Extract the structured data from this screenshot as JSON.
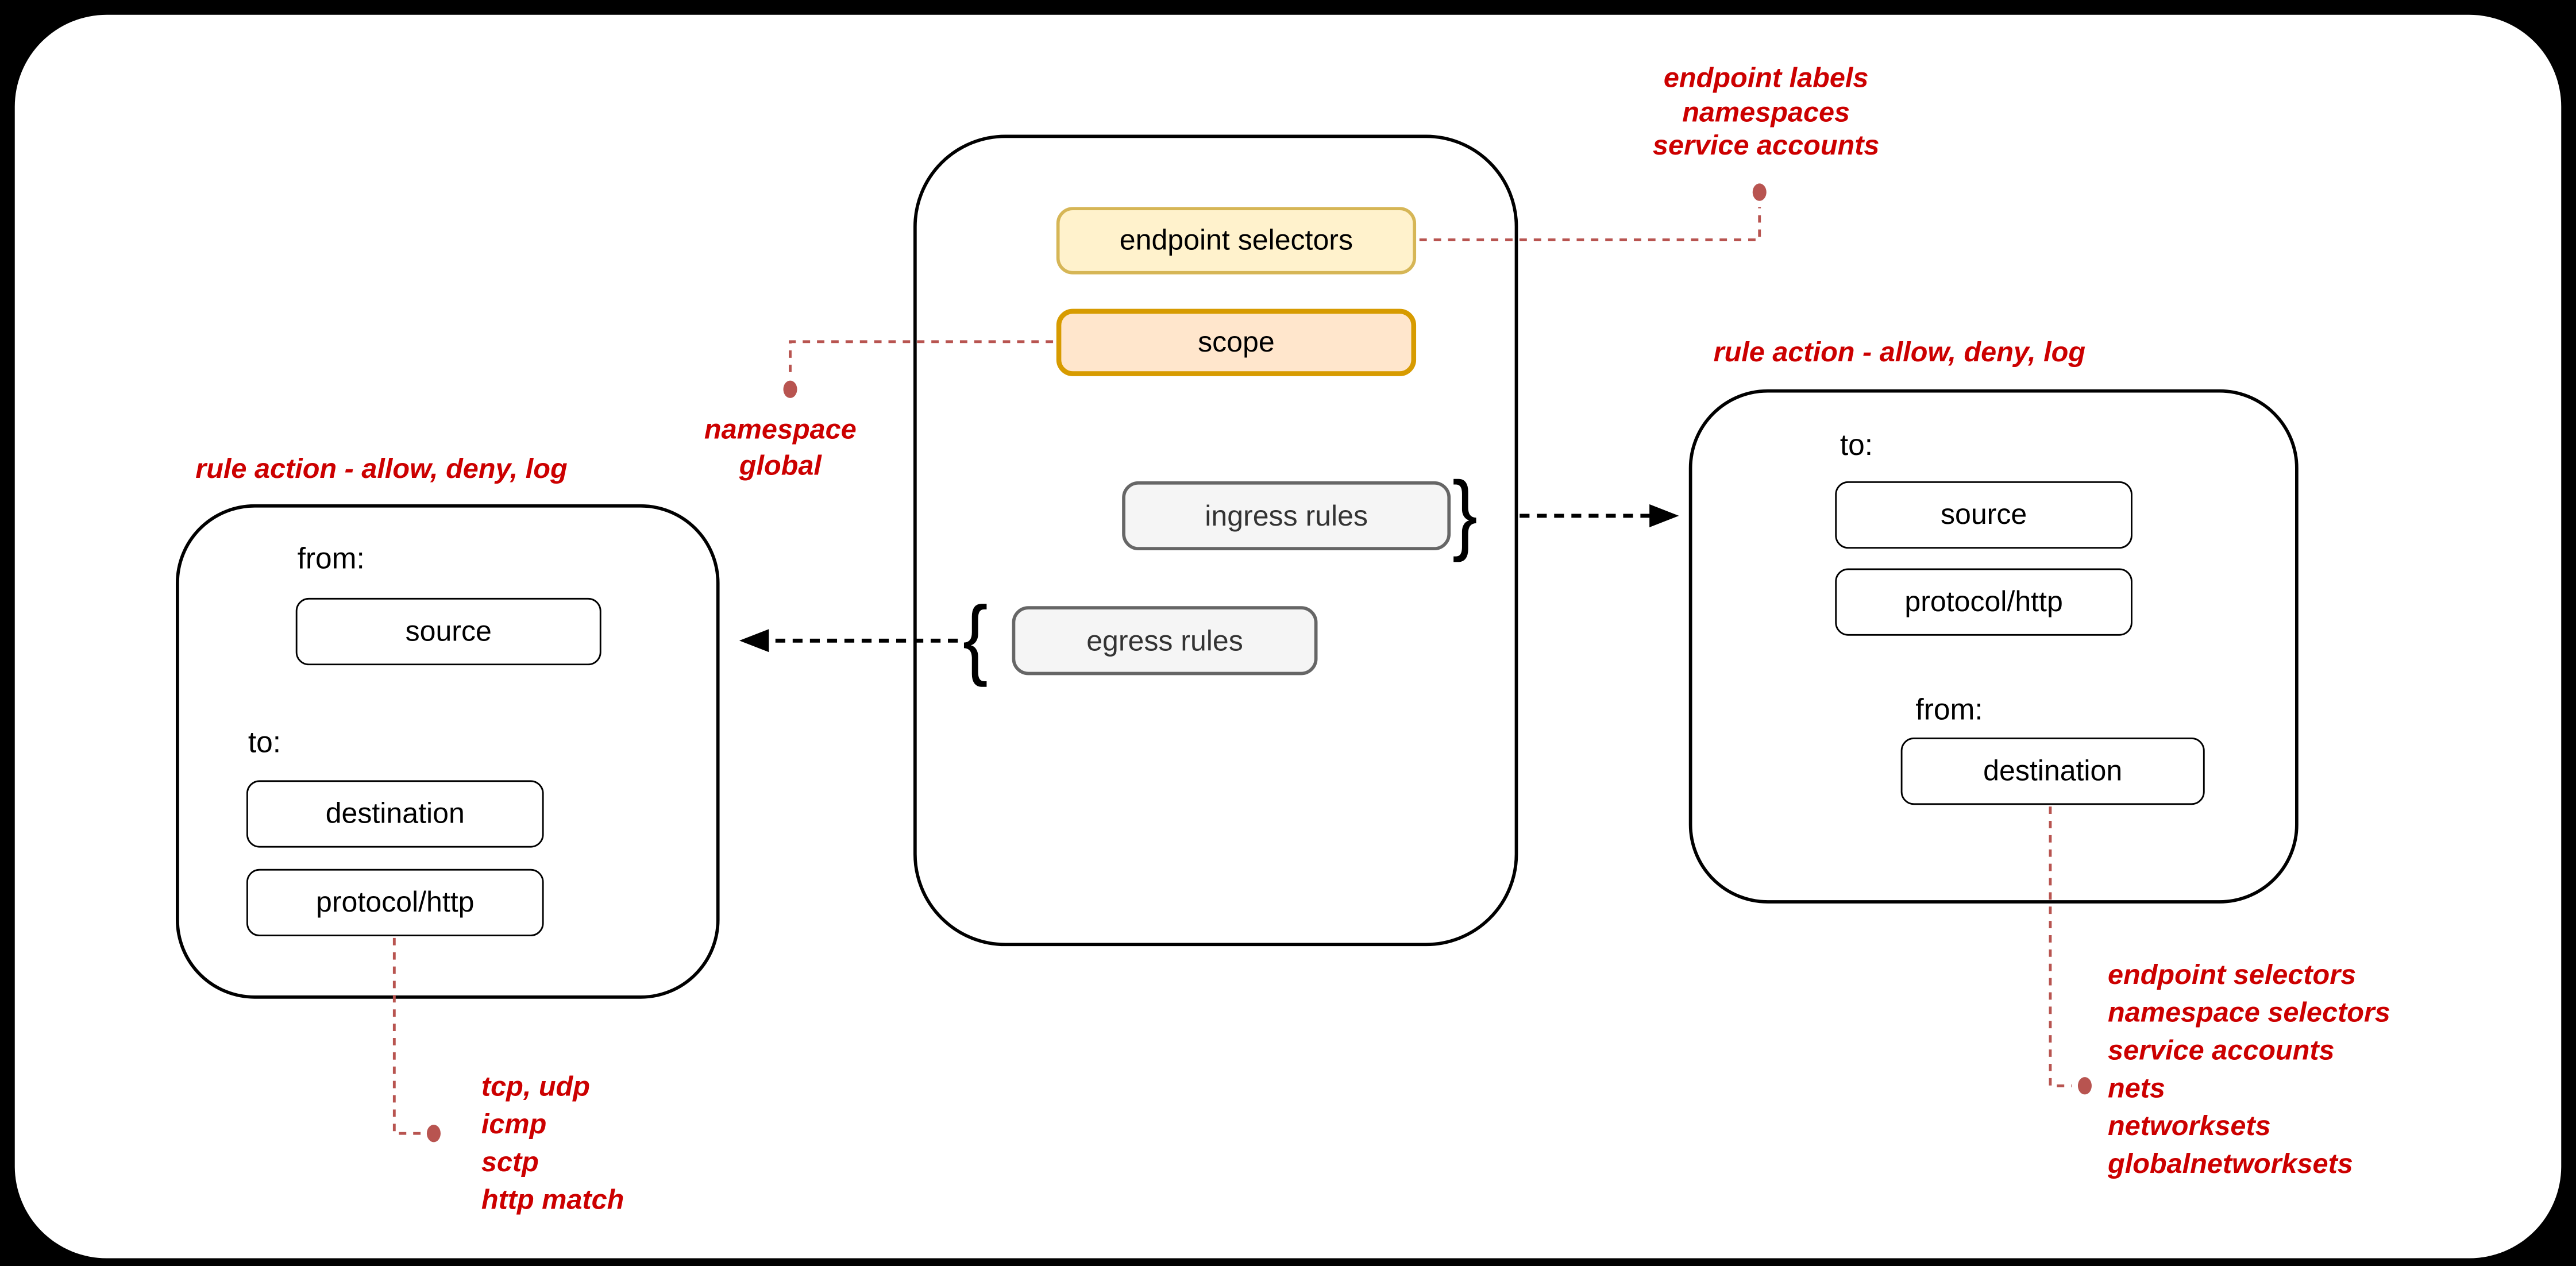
{
  "colors": {
    "background": "#000000",
    "canvas": "#ffffff",
    "annotation_red": "#cc0000",
    "connector_red": "#b85450",
    "endpoint_selectors_fill": "#fff2cc",
    "endpoint_selectors_border": "#d6b656",
    "scope_fill": "#ffe6cc",
    "scope_border": "#d79b00",
    "rules_fill": "#f5f5f5",
    "rules_border": "#666666"
  },
  "policy_container": {
    "endpoint_selectors_label": "endpoint selectors",
    "scope_label": "scope",
    "ingress_rules_label": "ingress rules",
    "egress_rules_label": "egress rules",
    "ingress_brace": "}",
    "egress_brace": "{"
  },
  "left_rule_box": {
    "title": "rule action - allow, deny, log",
    "from_label": "from:",
    "source_label": "source",
    "to_label": "to:",
    "destination_label": "destination",
    "protocol_label": "protocol/http"
  },
  "right_rule_box": {
    "title": "rule action - allow, deny, log",
    "to_label": "to:",
    "source_label": "source",
    "protocol_label": "protocol/http",
    "from_label": "from:",
    "destination_label": "destination"
  },
  "annotations": {
    "endpoint_selectors_note": [
      "endpoint labels",
      "namespaces",
      "service accounts"
    ],
    "scope_note": [
      "namespace",
      "global"
    ],
    "protocol_note_left": [
      "tcp, udp",
      "icmp",
      "sctp",
      "http match"
    ],
    "destination_note_right": [
      "endpoint selectors",
      "namespace selectors",
      "service accounts",
      "nets",
      "networksets",
      "globalnetworksets"
    ]
  }
}
